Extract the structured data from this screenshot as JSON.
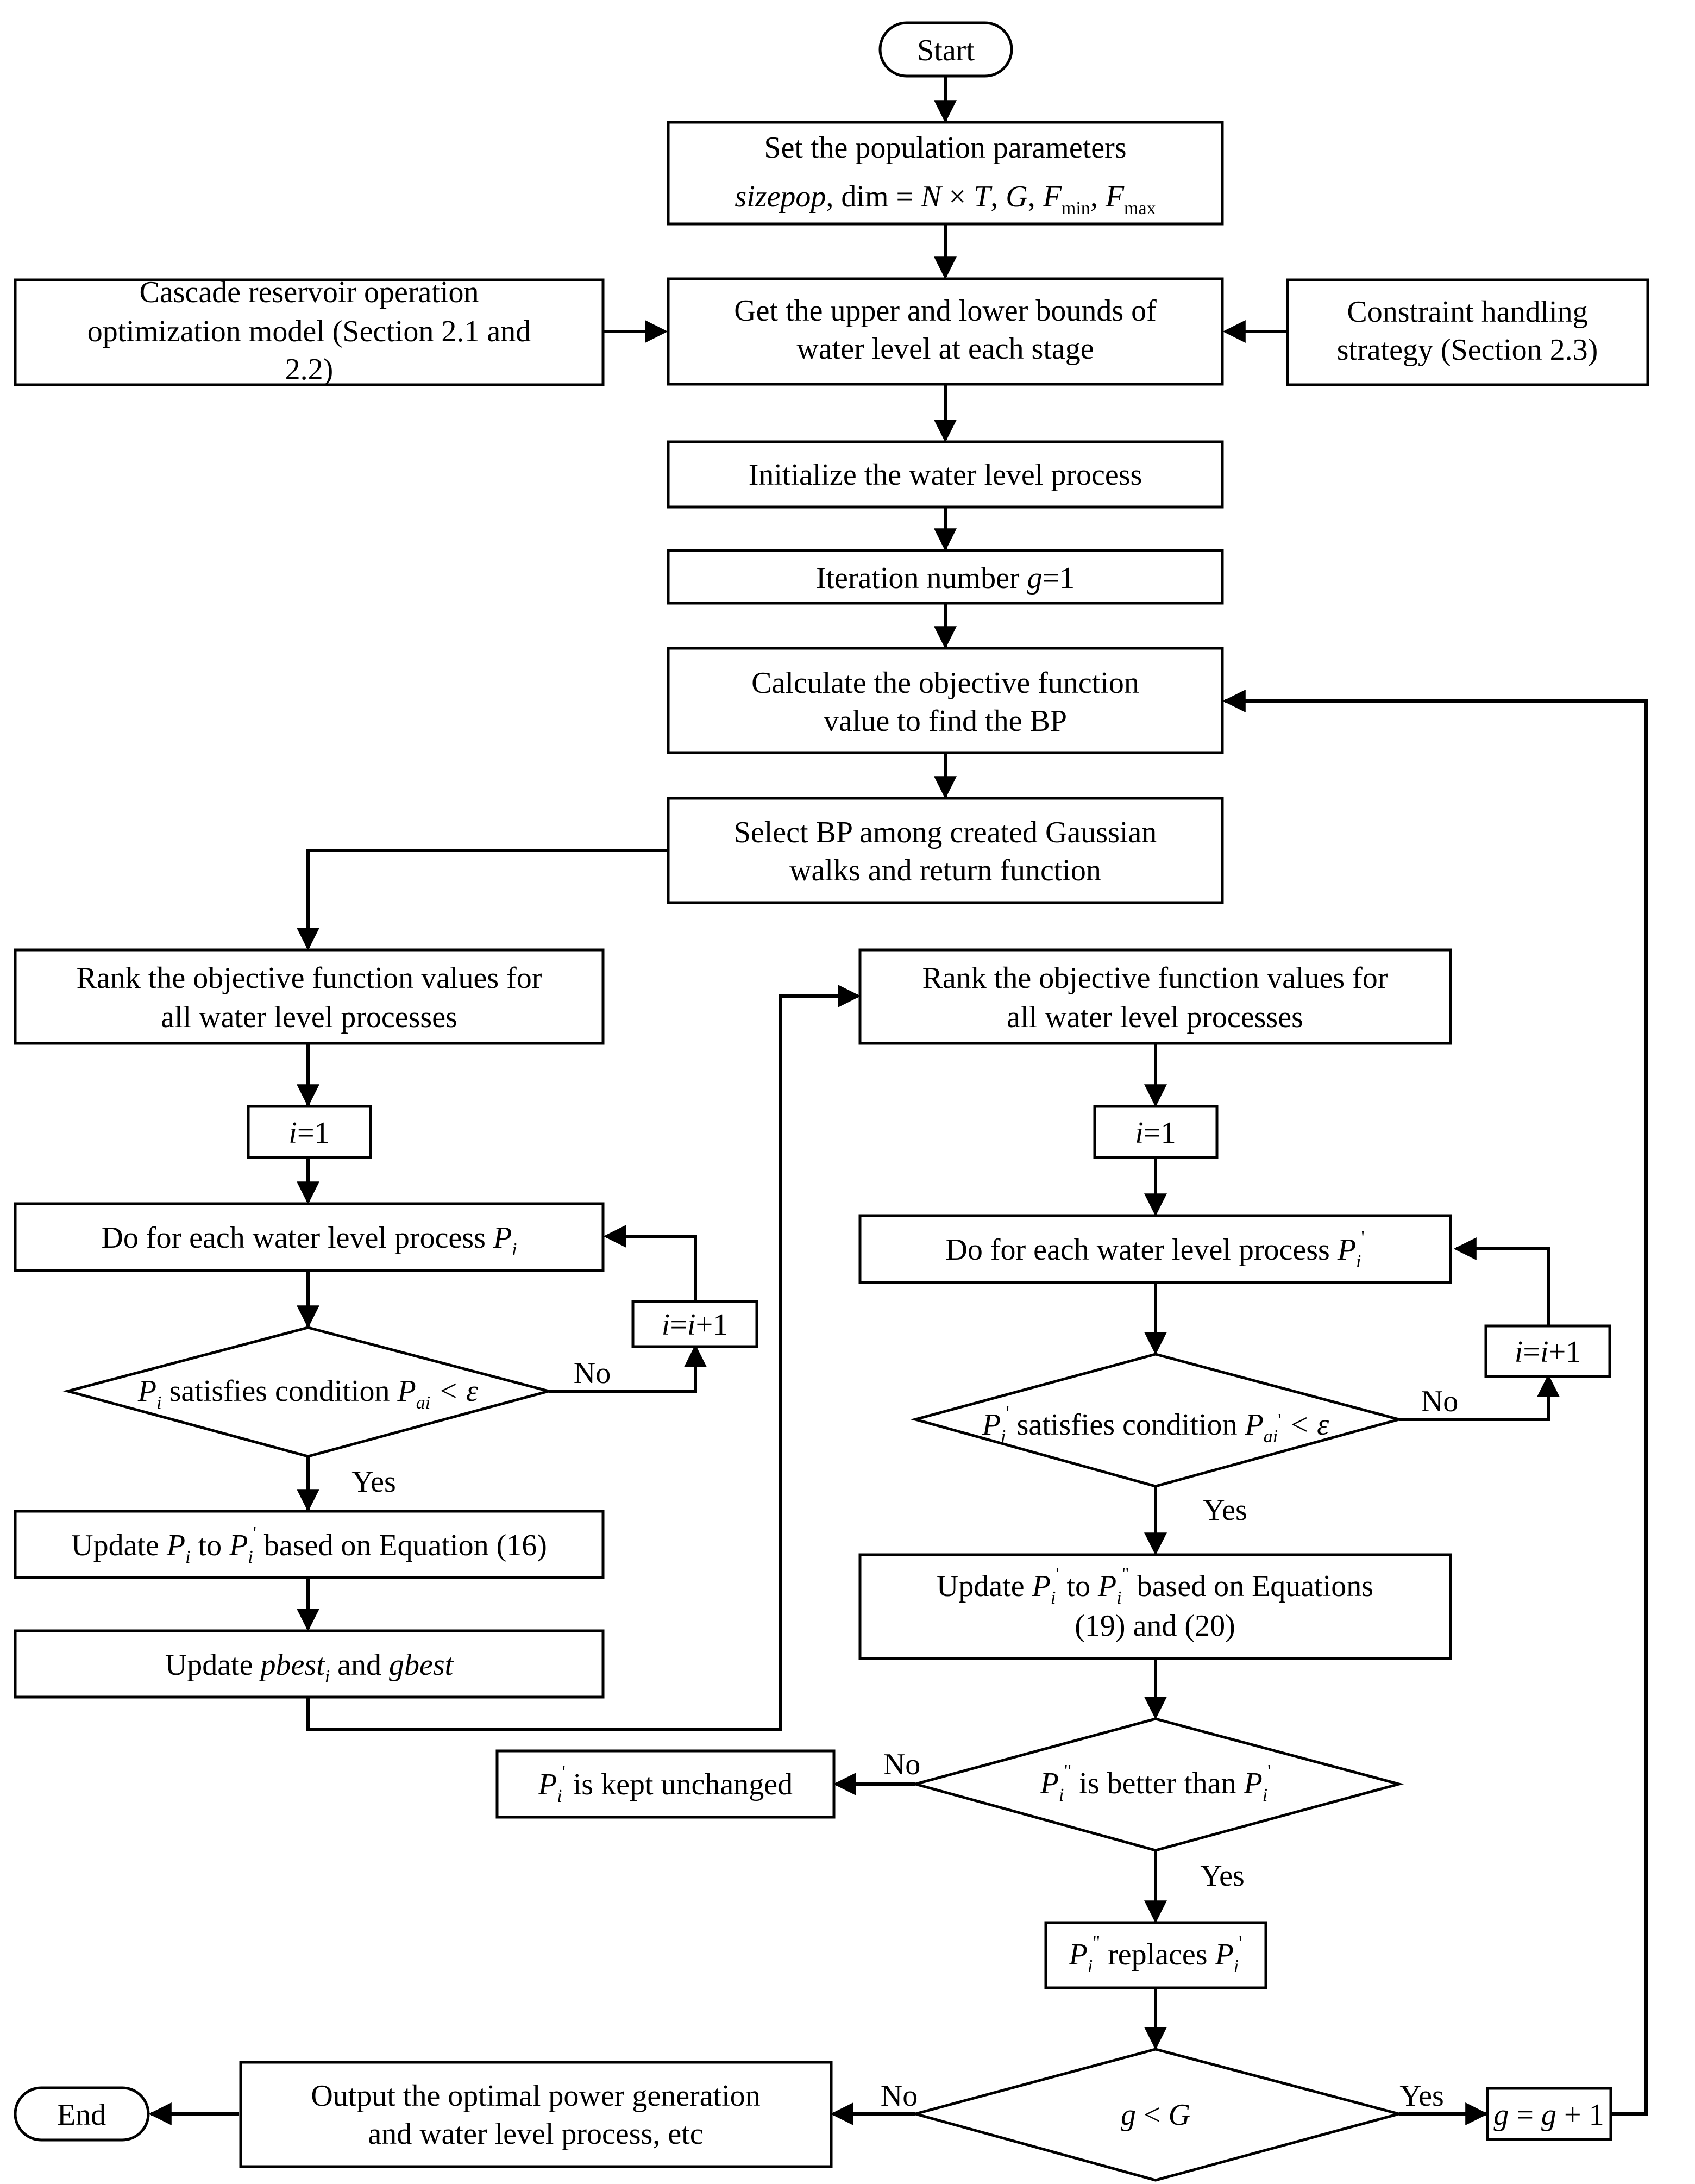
{
  "nodes": {
    "start": "Start",
    "set_params": {
      "line1": "Set the population parameters",
      "sizepop": "sizepop",
      "dim": ", dim = ",
      "N": "N",
      "times": " × ",
      "T": "T",
      "comma1": ", ",
      "G": "G",
      "comma2": ", ",
      "F1": "F",
      "min": "min",
      "comma3": ", ",
      "F2": "F",
      "max": "max"
    },
    "cascade_model": {
      "line1": "Cascade reservoir operation",
      "line2": "optimization model (Section 2.1 and",
      "line3": "2.2)"
    },
    "get_bounds": {
      "line1": "Get the upper and lower bounds of",
      "line2": "water level at each stage"
    },
    "constraint": {
      "line1": "Constraint handling",
      "line2": "strategy (Section 2.3)"
    },
    "init": "Initialize the water level process",
    "iteration": {
      "text": "Iteration number ",
      "g": "g",
      "eq": "=1"
    },
    "calc_obj": {
      "line1": "Calculate the objective function",
      "line2": "value to find the BP"
    },
    "select_bp": {
      "line1": "Select BP among created Gaussian",
      "line2": "walks and return function"
    },
    "rank_left": {
      "line1": "Rank the objective function values for",
      "line2": "all water level processes"
    },
    "i1_left": {
      "i": "i",
      "eq": "=1"
    },
    "do_left": {
      "text": "Do for each water level process ",
      "P": "P",
      "sub": "i"
    },
    "inc_left": {
      "i1": "i",
      "eq": "=",
      "i2": "i",
      "plus": "+1"
    },
    "cond_left": {
      "P": "P",
      "sub": "i",
      "text": " satisfies condition ",
      "P2": "P",
      "sub2": "ai",
      "lt": " < ε"
    },
    "no_left": "No",
    "yes_left": "Yes",
    "update_left": {
      "text1": "Update  ",
      "P": "P",
      "sub": "i",
      "to": " to ",
      "P2": "P",
      "sub2": "i",
      "sup2": "'",
      "text2": "  based on Equation (16)"
    },
    "update_best": {
      "text": "Update  ",
      "pbest": "pbest",
      "sub": "i",
      "and": " and ",
      "gbest": "gbest"
    },
    "rank_right": {
      "line1": "Rank the objective function values for",
      "line2": "all water level processes"
    },
    "i1_right": {
      "i": "i",
      "eq": "=1"
    },
    "do_right": {
      "text": "Do for each water level process  ",
      "P": "P",
      "sub": "i",
      "sup": "'"
    },
    "inc_right": {
      "i1": "i",
      "eq": "=",
      "i2": "i",
      "plus": "+1"
    },
    "cond_right": {
      "P": "P",
      "sub": "i",
      "sup": "'",
      "text": " satisfies condition ",
      "P2": "P",
      "sub2": "ai",
      "sup2": "'",
      "lt": " < ε"
    },
    "no_right": "No",
    "yes_right": "Yes",
    "update_right": {
      "text1": "Update  ",
      "P": "P",
      "sub": "i",
      "sup": "'",
      "to": " to ",
      "P2": "P",
      "sub2": "i",
      "sup2": "\"",
      "text2": "  based on Equations",
      "line2": "(19) and (20)"
    },
    "kept": {
      "P": "P",
      "sub": "i",
      "sup": "'",
      "text": "  is kept unchanged"
    },
    "better": {
      "P": "P",
      "sub": "i",
      "sup": "\"",
      "text": "  is better than  ",
      "P2": "P",
      "sub2": "i",
      "sup2": "'"
    },
    "no_better": "No",
    "yes_better": "Yes",
    "replaces": {
      "P": "P",
      "sub": "i",
      "sup": "\"",
      "text": " replaces ",
      "P2": "P",
      "sub2": "i",
      "sup2": "'"
    },
    "g_lt_G": {
      "g": "g",
      "lt": " < ",
      "G": "G"
    },
    "no_final": "No",
    "yes_final": "Yes",
    "g_inc": {
      "g1": "g",
      "eq": " = ",
      "g2": "g",
      "plus": " + 1"
    },
    "output": {
      "line1": "Output the optimal power generation",
      "line2": "and water level process, etc"
    },
    "end": "End"
  }
}
